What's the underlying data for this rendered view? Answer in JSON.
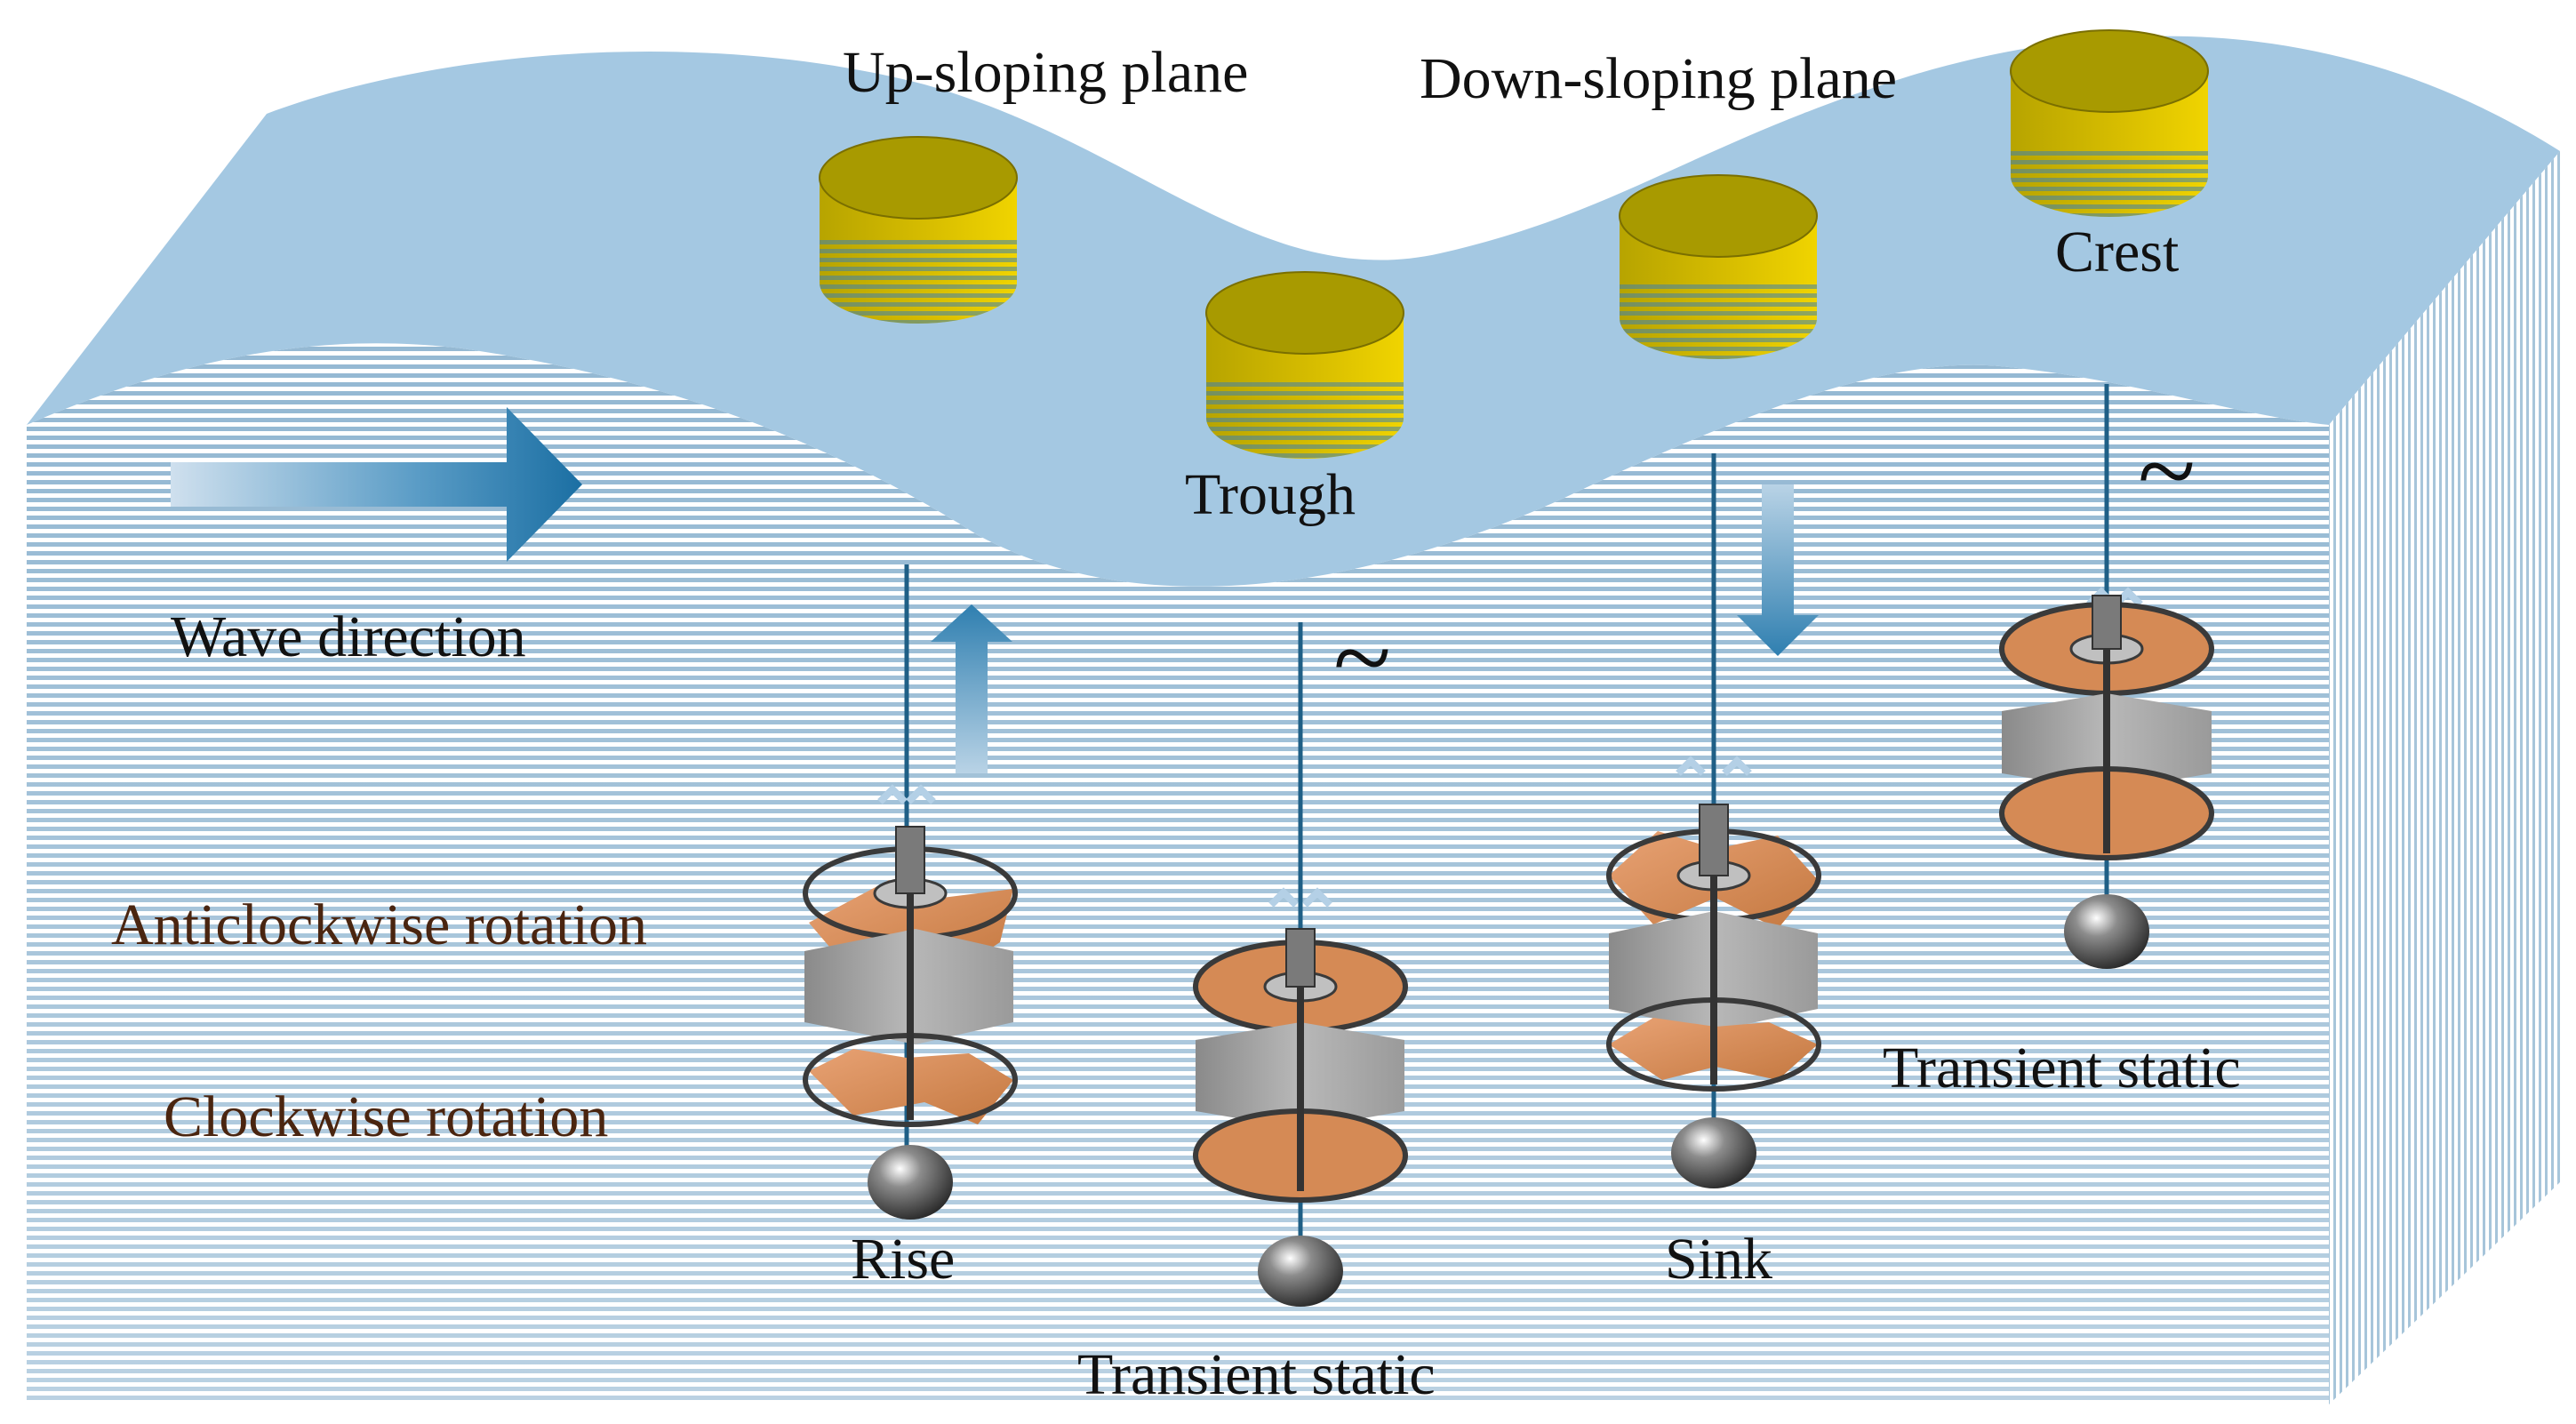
{
  "labels": {
    "up_sloping": "Up-sloping plane",
    "down_sloping": "Down-sloping plane",
    "trough": "Trough",
    "crest": "Crest",
    "wave_direction": "Wave direction",
    "anticlockwise": "Anticlockwise rotation",
    "clockwise": "Clockwise rotation",
    "rise": "Rise",
    "sink": "Sink",
    "transient_static_bottom": "Transient static",
    "transient_static_right": "Transient static",
    "tilde_trough": "~",
    "tilde_crest": "~"
  },
  "colors": {
    "surface": "#a4c8e2",
    "water_stripe": "#3d7fae",
    "buoy_top": "#a89a00",
    "buoy_side": "#d8bc00",
    "blade": "#d58a55",
    "frame": "#3a3a3a",
    "shaft": "#1f5f86",
    "arrow": "#2f7fb0",
    "weight": "#555555"
  }
}
